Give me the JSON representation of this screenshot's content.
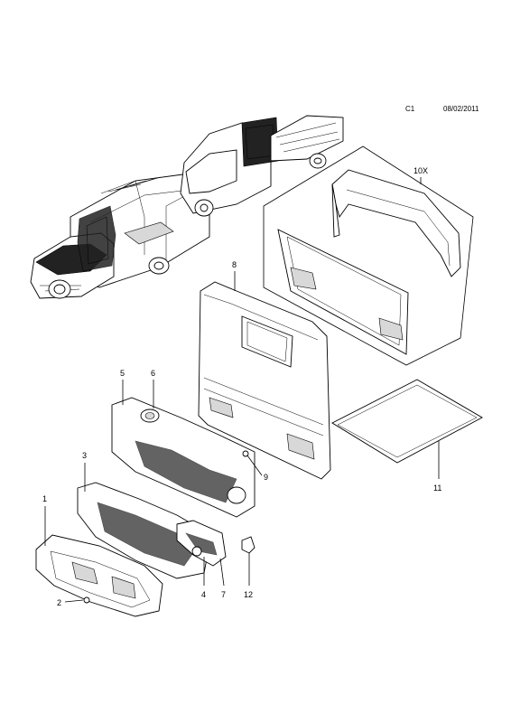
{
  "header": {
    "code": "C1",
    "date": "08/02/2011"
  },
  "callouts": {
    "c1": "1",
    "c2": "2",
    "c3": "3",
    "c4": "4",
    "c5": "5",
    "c6": "6",
    "c7": "7",
    "c8": "8",
    "c9": "9",
    "c10x": "10X",
    "c11": "11",
    "c12": "12"
  },
  "illustrations": [
    "van-panel-van",
    "van-chassis-cab",
    "bulkhead-panel-kit",
    "cab-rear-panel",
    "floor-mat",
    "dash-insulation-parts"
  ]
}
